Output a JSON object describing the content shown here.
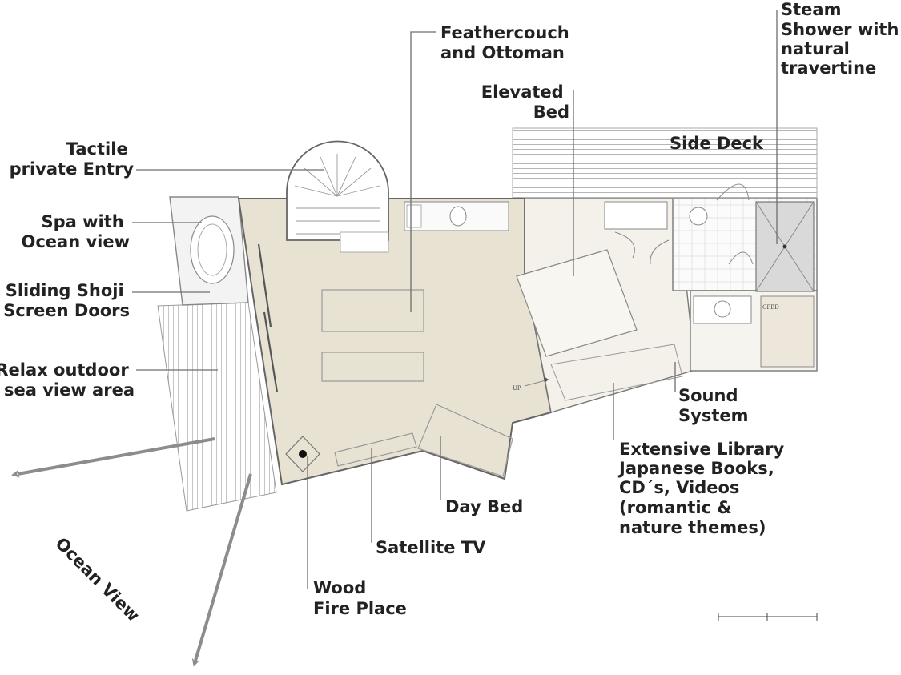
{
  "labels": {
    "feathercouch": [
      "Feathercouch",
      "and Ottoman"
    ],
    "steam_shower": [
      "Steam",
      "Shower with",
      "natural",
      "travertine"
    ],
    "elevated_bed": [
      "Elevated",
      "Bed"
    ],
    "side_deck": "Side Deck",
    "tactile_entry": [
      "Tactile",
      "private Entry"
    ],
    "spa": [
      "Spa with",
      "Ocean view"
    ],
    "shoji": [
      "Sliding Shoji",
      "Screen Doors"
    ],
    "relax": [
      "Relax outdoor",
      "sea view area"
    ],
    "sound_system": [
      "Sound",
      "System"
    ],
    "library": [
      "Extensive Library",
      "Japanese Books,",
      "CD´s, Videos",
      "(romantic &",
      " nature themes)"
    ],
    "day_bed": "Day Bed",
    "satellite_tv": "Satellite TV",
    "wood_fire": [
      "Wood",
      "Fire Place"
    ],
    "ocean_view": "Ocean View"
  },
  "small_text": {
    "up": "UP",
    "cpbd": "CPBD"
  },
  "colors": {
    "living_floor": "#e8e2d3",
    "bed_floor": "#f4f1ea",
    "arrow": "#8c8c8c",
    "text": "#222222"
  }
}
